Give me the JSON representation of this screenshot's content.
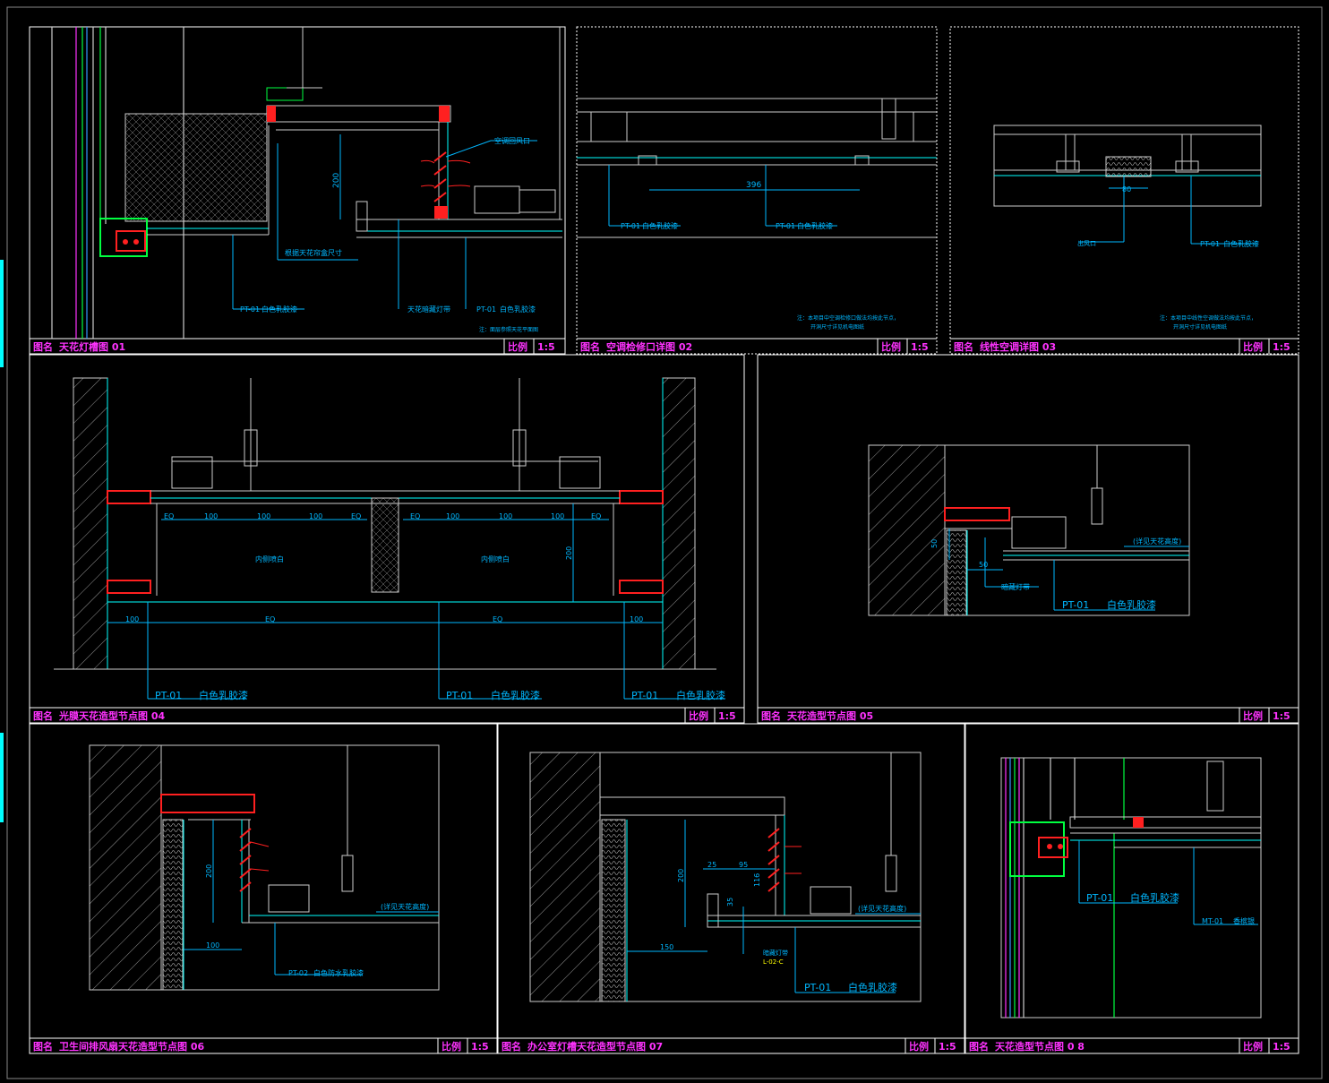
{
  "colors": {
    "background": "#000000",
    "frame": "#ffffff",
    "title": "#ff33ff",
    "dim": "#00b7ff",
    "cyan": "#00ffff",
    "red": "#ff2020",
    "green": "#00ff40",
    "yellow": "#ffff00"
  },
  "panels": [
    {
      "id": "p1",
      "title_label": "图名",
      "title": "天花灯槽图 01",
      "scale_label": "比例",
      "scale": "1:5"
    },
    {
      "id": "p2",
      "title_label": "图名",
      "title": "空调检修口详图 02",
      "scale_label": "比例",
      "scale": "1:5"
    },
    {
      "id": "p3",
      "title_label": "图名",
      "title": "线性空调详图 03",
      "scale_label": "比例",
      "scale": "1:5"
    },
    {
      "id": "p4",
      "title_label": "图名",
      "title": "光膜天花造型节点图 04",
      "scale_label": "比例",
      "scale": "1:5"
    },
    {
      "id": "p5",
      "title_label": "图名",
      "title": "天花造型节点图 05",
      "scale_label": "比例",
      "scale": "1:5"
    },
    {
      "id": "p6",
      "title_label": "图名",
      "title": "卫生间排风扇天花造型节点图 06",
      "scale_label": "比例",
      "scale": "1:5"
    },
    {
      "id": "p7",
      "title_label": "图名",
      "title": "办公室灯槽天花造型节点图 07",
      "scale_label": "比例",
      "scale": "1:5"
    },
    {
      "id": "p8",
      "title_label": "图名",
      "title": "天花造型节点图 0 8",
      "scale_label": "比例",
      "scale": "1:5"
    }
  ],
  "annotations": {
    "p1": {
      "air_return": "空调回风口",
      "dim_200": "200",
      "pt01_label": "PT-01",
      "pt01_text": "白色乳胶漆",
      "pt01_label_b": "PT-01",
      "pt01_text_b": "白色乳胶漆",
      "curtain_box": "根据天花帘盒尺寸",
      "led_strip": "天花暗藏灯带",
      "note": "注：面层参照天花平面图"
    },
    "p2": {
      "dim_396": "396",
      "pt01_a": "PT-01",
      "pt01_a_text": "白色乳胶漆",
      "pt01_b": "PT-01",
      "pt01_b_text": "白色乳胶漆",
      "note1": "注：本项目中空调检修口做法均按此节点，",
      "note2": "开洞尺寸详见机电图纸"
    },
    "p3": {
      "dim_80": "80",
      "outlet": "出风口",
      "pt01": "PT-01",
      "pt01_text": "白色乳胶漆",
      "note1": "注：本项目中线性空调做法均按此节点，",
      "note2": "开洞尺寸详见机电图纸"
    },
    "p4": {
      "eq": "EQ",
      "d100": "100",
      "d200": "200",
      "inner_white": "内侧喷白",
      "pt01": "PT-01",
      "pt01_text": "白色乳胶漆"
    },
    "p5": {
      "d50a": "50",
      "d50b": "50",
      "ceiling_height": "(详见天花高度)",
      "led": "暗藏灯带",
      "pt01": "PT-01",
      "pt01_text": "白色乳胶漆"
    },
    "p6": {
      "d200": "200",
      "d100": "100",
      "ceiling_height": "(详见天花高度)",
      "pt02": "PT-02",
      "pt02_text": "白色防水乳胶漆"
    },
    "p7": {
      "d200": "200",
      "d25": "25",
      "d95": "95",
      "d116": "116",
      "d35": "35",
      "d150": "150",
      "ceiling_height": "(详见天花高度)",
      "led": "暗藏灯带",
      "ref": "L-02-C",
      "pt01": "PT-01",
      "pt01_text": "白色乳胶漆"
    },
    "p8": {
      "pt01": "PT-01",
      "pt01_text": "白色乳胶漆",
      "mt01": "MT-01",
      "mt01_text": "香槟银"
    }
  }
}
